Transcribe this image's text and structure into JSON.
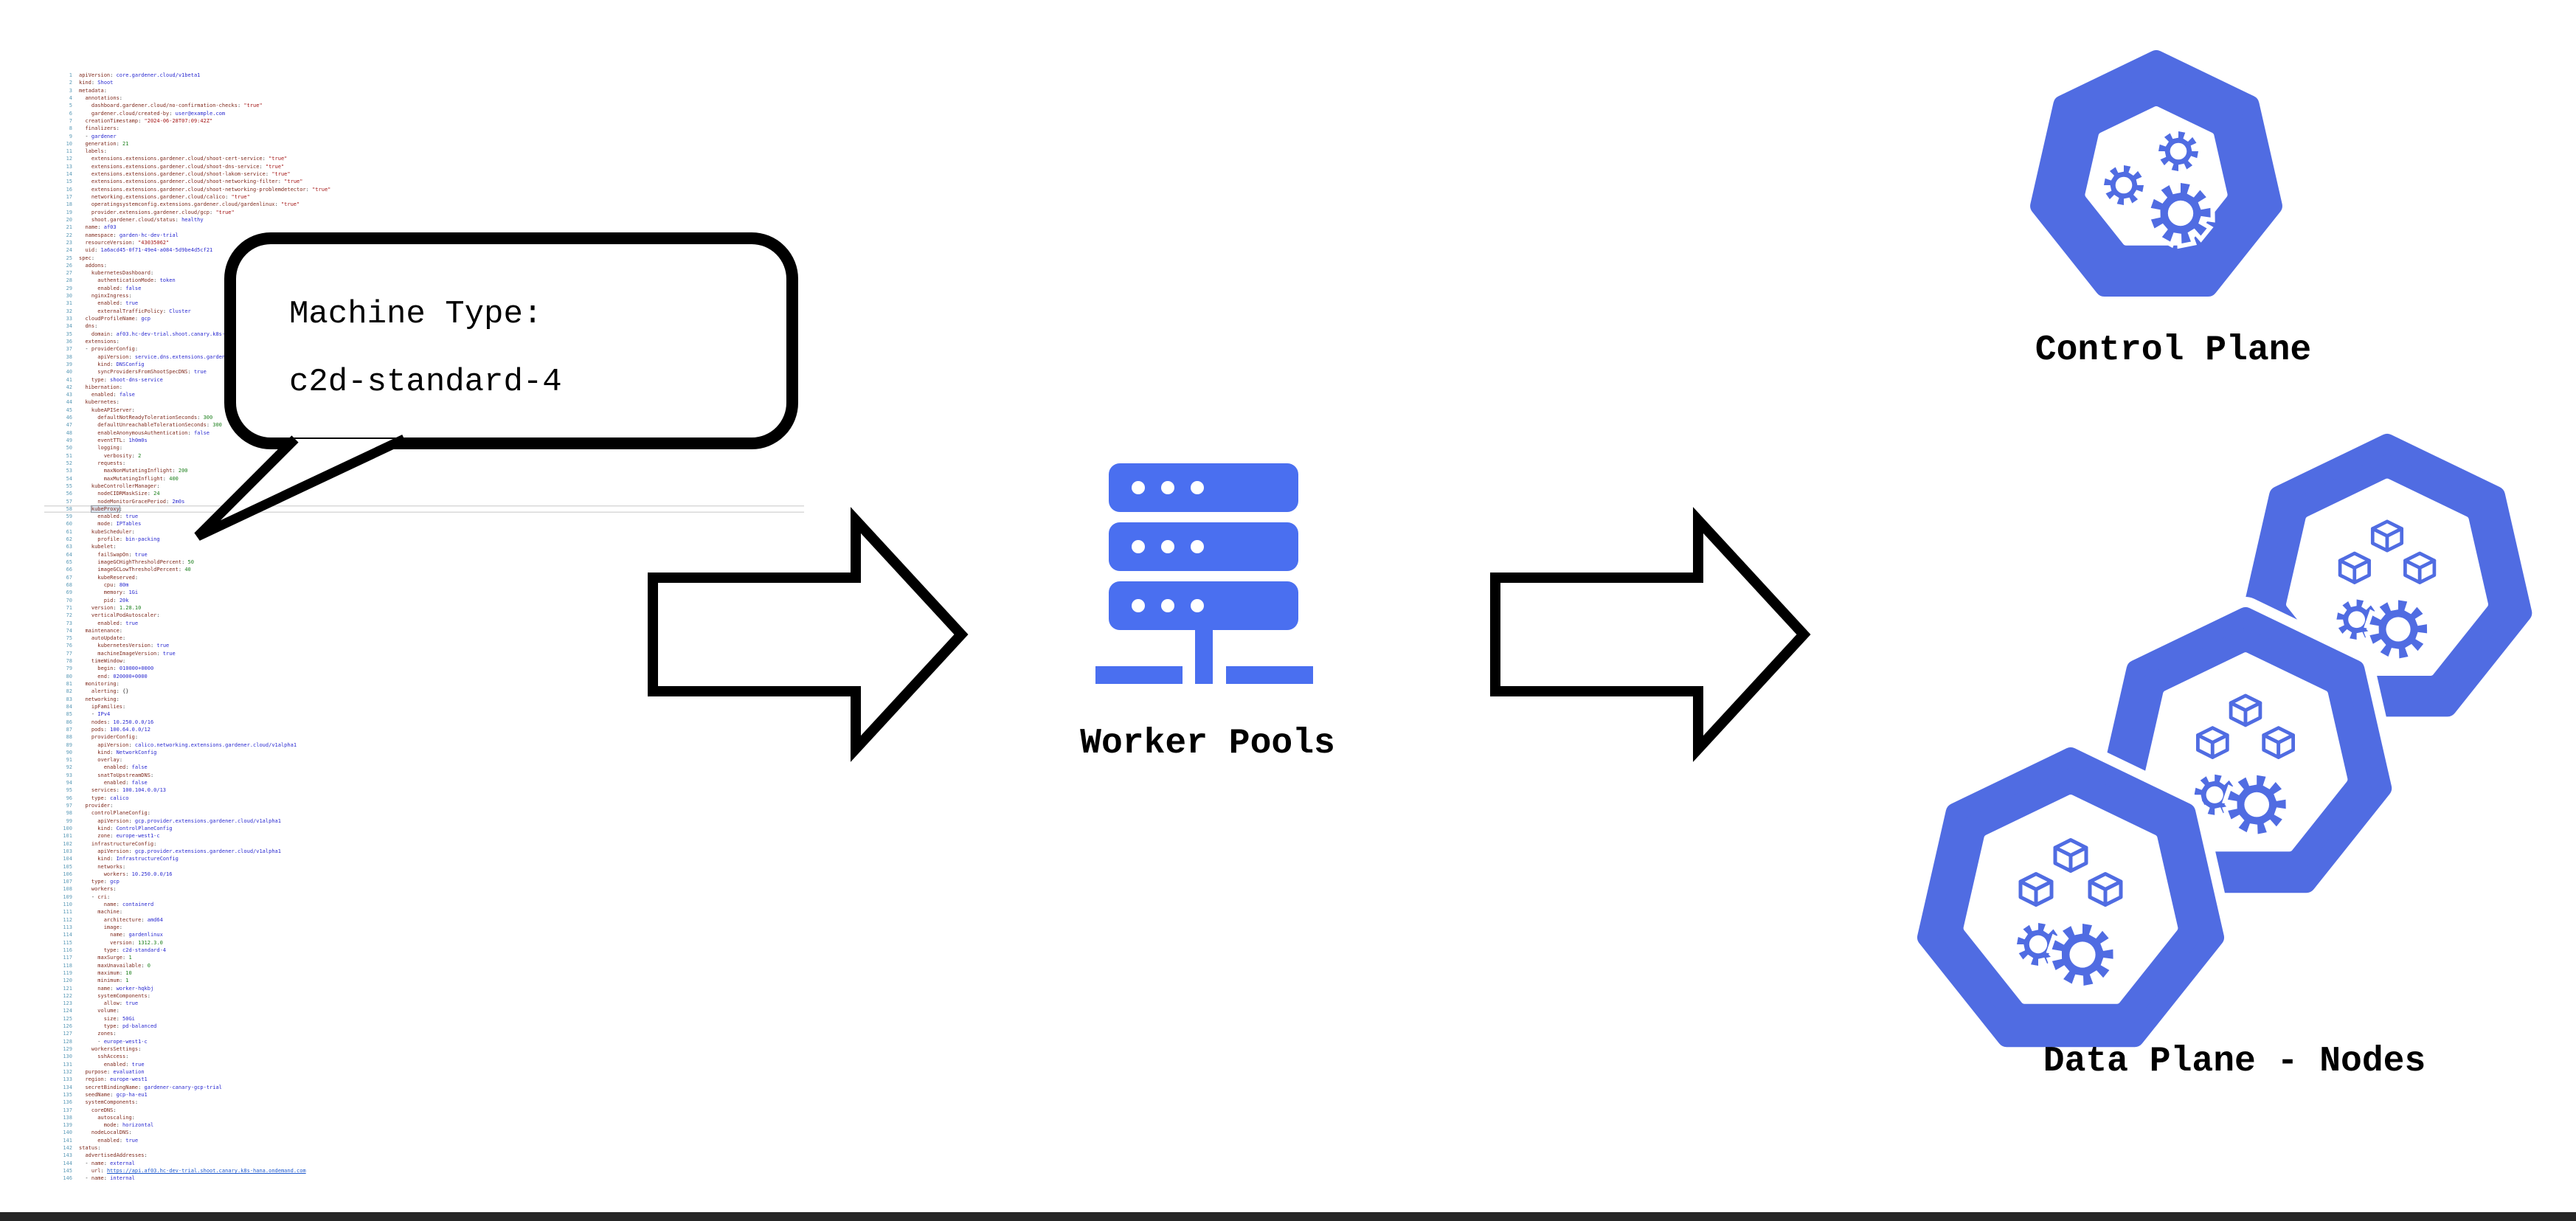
{
  "callout": {
    "title": "Machine Type:",
    "value": "c2d-standard-4"
  },
  "labels": {
    "worker_pools": "Worker Pools",
    "control_plane": "Control Plane",
    "data_plane": "Data Plane - Nodes"
  },
  "icons": {
    "worker_pools": "server-stack-icon",
    "control_plane": "kubernetes-heptagon-gears-icon",
    "data_plane": "kubernetes-heptagon-node-icon"
  },
  "colors": {
    "server_blue": "#4a6ff0",
    "hepta_blue": "#506ce2",
    "outline": "#000000"
  },
  "editor": {
    "highlight": {
      "line": 58,
      "token": "kubeProxy"
    },
    "lines": [
      "apiVersion: core.gardener.cloud/v1beta1",
      "kind: Shoot",
      "metadata:",
      "  annotations:",
      "    dashboard.gardener.cloud/no-confirmation-checks: \"true\"",
      "    gardener.cloud/created-by: user@example.com",
      "  creationTimestamp: \"2024-06-28T07:09:42Z\"",
      "  finalizers:",
      "  - gardener",
      "  generation: 21",
      "  labels:",
      "    extensions.extensions.gardener.cloud/shoot-cert-service: \"true\"",
      "    extensions.extensions.gardener.cloud/shoot-dns-service: \"true\"",
      "    extensions.extensions.gardener.cloud/shoot-lakom-service: \"true\"",
      "    extensions.extensions.gardener.cloud/shoot-networking-filter: \"true\"",
      "    extensions.extensions.gardener.cloud/shoot-networking-problemdetector: \"true\"",
      "    networking.extensions.gardener.cloud/calico: \"true\"",
      "    operatingsystemconfig.extensions.gardener.cloud/gardenlinux: \"true\"",
      "    provider.extensions.gardener.cloud/gcp: \"true\"",
      "    shoot.gardener.cloud/status: healthy",
      "  name: af03",
      "  namespace: garden-hc-dev-trial",
      "  resourceVersion: \"43035062\"",
      "  uid: 1a6acd45-0f71-49e4-a084-5d9be4d5cf21",
      "spec:",
      "  addons:",
      "    kubernetesDashboard:",
      "      authenticationMode: token",
      "      enabled: false",
      "    nginxIngress:",
      "      enabled: true",
      "      externalTrafficPolicy: Cluster",
      "  cloudProfileName: gcp",
      "  dns:",
      "    domain: af03.hc-dev-trial.shoot.canary.k8s-hana.ondemand.com",
      "  extensions:",
      "  - providerConfig:",
      "      apiVersion: service.dns.extensions.gardener.cloud/v1alpha1",
      "      kind: DNSConfig",
      "      syncProvidersFromShootSpecDNS: true",
      "    type: shoot-dns-service",
      "  hibernation:",
      "    enabled: false",
      "  kubernetes:",
      "    kubeAPIServer:",
      "      defaultNotReadyTolerationSeconds: 300",
      "      defaultUnreachableTolerationSeconds: 300",
      "      enableAnonymousAuthentication: false",
      "      eventTTL: 1h0m0s",
      "      logging:",
      "        verbosity: 2",
      "      requests:",
      "        maxNonMutatingInflight: 200",
      "        maxMutatingInflight: 400",
      "    kubeControllerManager:",
      "      nodeCIDRMaskSize: 24",
      "      nodeMonitorGracePeriod: 2m0s",
      "    kubeProxy:",
      "      enabled: true",
      "      mode: IPTables",
      "    kubeScheduler:",
      "      profile: bin-packing",
      "    kubelet:",
      "      failSwapOn: true",
      "      imageGCHighThresholdPercent: 50",
      "      imageGCLowThresholdPercent: 40",
      "      kubeReserved:",
      "        cpu: 80m",
      "        memory: 1Gi",
      "        pid: 20k",
      "    version: 1.28.10",
      "    verticalPodAutoscaler:",
      "      enabled: true",
      "  maintenance:",
      "    autoUpdate:",
      "      kubernetesVersion: true",
      "      machineImageVersion: true",
      "    timeWindow:",
      "      begin: 010000+0000",
      "      end: 020000+0000",
      "  monitoring:",
      "    alerting: {}",
      "  networking:",
      "    ipFamilies:",
      "    - IPv4",
      "    nodes: 10.250.0.0/16",
      "    pods: 100.64.0.0/12",
      "    providerConfig:",
      "      apiVersion: calico.networking.extensions.gardener.cloud/v1alpha1",
      "      kind: NetworkConfig",
      "      overlay:",
      "        enabled: false",
      "      snatToUpstreamDNS:",
      "        enabled: false",
      "    services: 100.104.0.0/13",
      "    type: calico",
      "  provider:",
      "    controlPlaneConfig:",
      "      apiVersion: gcp.provider.extensions.gardener.cloud/v1alpha1",
      "      kind: ControlPlaneConfig",
      "      zone: europe-west1-c",
      "    infrastructureConfig:",
      "      apiVersion: gcp.provider.extensions.gardener.cloud/v1alpha1",
      "      kind: InfrastructureConfig",
      "      networks:",
      "        workers: 10.250.0.0/16",
      "    type: gcp",
      "    workers:",
      "    - cri:",
      "        name: containerd",
      "      machine:",
      "        architecture: amd64",
      "        image:",
      "          name: gardenlinux",
      "          version: 1312.3.0",
      "        type: c2d-standard-4",
      "      maxSurge: 1",
      "      maxUnavailable: 0",
      "      maximum: 10",
      "      minimum: 1",
      "      name: worker-hqkbj",
      "      systemComponents:",
      "        allow: true",
      "      volume:",
      "        size: 50Gi",
      "        type: pd-balanced",
      "      zones:",
      "      - europe-west1-c",
      "    workersSettings:",
      "      sshAccess:",
      "        enabled: true",
      "  purpose: evaluation",
      "  region: europe-west1",
      "  secretBindingName: gardener-canary-gcp-trial",
      "  seedName: gcp-ha-eu1",
      "  systemComponents:",
      "    coreDNS:",
      "      autoscaling:",
      "        mode: horizontal",
      "    nodeLocalDNS:",
      "      enabled: true",
      "status:",
      "  advertisedAddresses:",
      "  - name: external",
      "    url: https://api.af03.hc-dev-trial.shoot.canary.k8s-hana.ondemand.com",
      "  - name: internal"
    ]
  }
}
